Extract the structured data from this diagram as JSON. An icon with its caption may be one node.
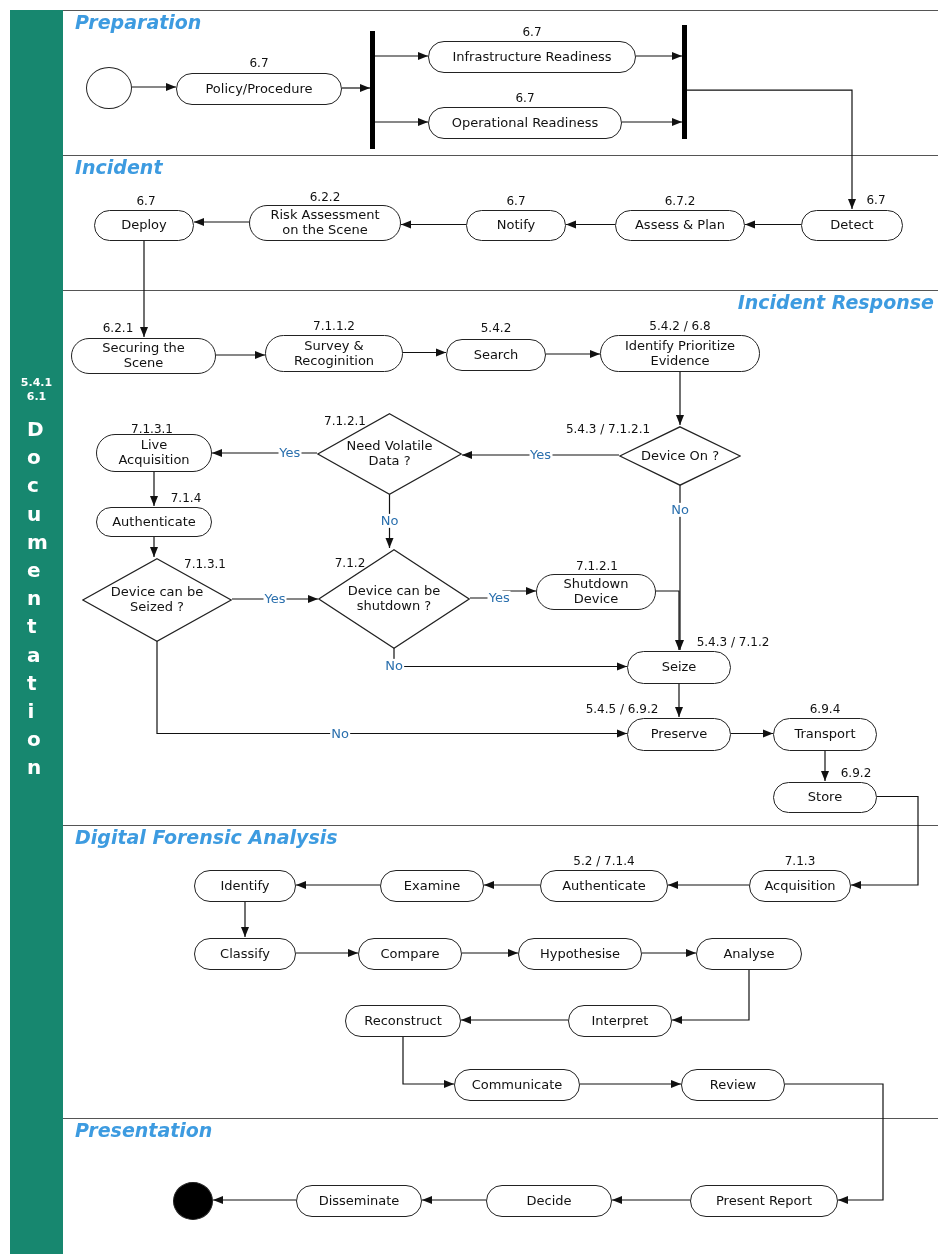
{
  "diagram": {
    "nodes": [
      {
        "text": [
          "5.4.1 6.1",
          "Documentation"
        ]
      },
      {
        "text": [
          "Preparation"
        ]
      },
      {
        "text": [],
        "shape": "circle",
        "in": 1
      },
      {
        "text": [
          "Policy/Procedure"
        ],
        "beside": [
          "6.7"
        ],
        "in": 1
      },
      {
        "text": [],
        "shape": "bar",
        "in": 1
      },
      {
        "text": [
          "Infrastructure Readiness"
        ],
        "beside": [
          "6.7"
        ],
        "in": 1
      },
      {
        "text": [
          "Operational Readiness"
        ],
        "beside": [
          "6.7"
        ],
        "in": 1
      },
      {
        "text": [],
        "shape": "bar",
        "in": 1
      },
      {
        "text": [
          "Incident"
        ]
      },
      {
        "text": [
          "Detect"
        ],
        "beside": [
          "6.7"
        ],
        "in": 8
      },
      {
        "text": [
          "Assess & Plan"
        ],
        "beside": [
          "6.7.2"
        ],
        "in": 8
      },
      {
        "text": [
          "Notify"
        ],
        "beside": [
          "6.7"
        ],
        "in": 8
      },
      {
        "text": [
          "Risk Assessment on the Scene"
        ],
        "beside": [
          "6.2.2"
        ],
        "in": 8
      },
      {
        "text": [
          "Deploy"
        ],
        "beside": [
          "6.7"
        ],
        "in": 8
      },
      {
        "text": [
          "Incident Response"
        ]
      },
      {
        "text": [
          "Securing the Scene"
        ],
        "beside": [
          "6.2.1"
        ],
        "in": 14
      },
      {
        "text": [
          "Survey & Recoginition"
        ],
        "beside": [
          "7.1.1.2"
        ],
        "in": 14
      },
      {
        "text": [
          "Search"
        ],
        "beside": [
          "5.4.2"
        ],
        "in": 14
      },
      {
        "text": [
          "Identify Prioritize Evidence"
        ],
        "beside": [
          "5.4.2 / 6.8"
        ],
        "in": 14
      },
      {
        "text": [
          "Device On ?"
        ],
        "beside": [
          "5.4.3 / 7.1.2.1"
        ],
        "in": 14
      },
      {
        "text": [
          "Need Volatile Data ?"
        ],
        "beside": [
          "7.1.2.1"
        ],
        "in": 14
      },
      {
        "text": [
          "Live Acquisition"
        ],
        "beside": [
          "7.1.3.1"
        ],
        "in": 14
      },
      {
        "text": [
          "Authenticate"
        ],
        "beside": [
          "7.1.4"
        ],
        "in": 14
      },
      {
        "text": [
          "Device can be Seized ?"
        ],
        "beside": [
          "7.1.3.1"
        ],
        "in": 14
      },
      {
        "text": [
          "Device can be shutdown ?"
        ],
        "beside": [
          "7.1.2"
        ],
        "in": 14
      },
      {
        "text": [
          "Shutdown Device"
        ],
        "beside": [
          "7.1.2.1"
        ],
        "in": 14
      },
      {
        "text": [
          "Seize"
        ],
        "beside": [
          "5.4.3 / 7.1.2"
        ],
        "in": 14
      },
      {
        "text": [
          "Preserve"
        ],
        "beside": [
          "5.4.5 / 6.9.2"
        ],
        "in": 14
      },
      {
        "text": [
          "Transport"
        ],
        "beside": [
          "6.9.4"
        ],
        "in": 14
      },
      {
        "text": [
          "Store"
        ],
        "beside": [
          "6.9.2"
        ],
        "in": 14
      },
      {
        "text": [
          "Digital Forensic Analysis"
        ]
      },
      {
        "text": [
          "Acquisition"
        ],
        "beside": [
          "7.1.3"
        ],
        "in": 30
      },
      {
        "text": [
          "Authenticate"
        ],
        "beside": [
          "5.2 / 7.1.4"
        ],
        "in": 30
      },
      {
        "text": [
          "Examine"
        ],
        "in": 30
      },
      {
        "text": [
          "Identify"
        ],
        "in": 30
      },
      {
        "text": [
          "Classify"
        ],
        "in": 30
      },
      {
        "text": [
          "Compare"
        ],
        "in": 30
      },
      {
        "text": [
          "Hypothesise"
        ],
        "in": 30
      },
      {
        "text": [
          "Analyse"
        ],
        "in": 30
      },
      {
        "text": [
          "Interpret"
        ],
        "in": 30
      },
      {
        "text": [
          "Reconstruct"
        ],
        "in": 30
      },
      {
        "text": [
          "Communicate"
        ],
        "in": 30
      },
      {
        "text": [
          "Review"
        ],
        "in": 30
      },
      {
        "text": [
          "Presentation"
        ]
      },
      {
        "text": [
          "Present Report"
        ],
        "in": 43
      },
      {
        "text": [
          "Decide"
        ],
        "in": 43
      },
      {
        "text": [
          "Disseminate"
        ],
        "in": 43
      },
      {
        "text": [],
        "shape": "circle",
        "in": 43
      }
    ],
    "edges": [
      {
        "from": 2,
        "to": 3,
        "arrow": "to"
      },
      {
        "from": 3,
        "to": 4,
        "arrow": "to"
      },
      {
        "from": 4,
        "to": 5,
        "arrow": "to"
      },
      {
        "from": 4,
        "to": 6,
        "arrow": "to"
      },
      {
        "from": 5,
        "to": 7,
        "arrow": "to"
      },
      {
        "from": 6,
        "to": 7,
        "arrow": "to"
      },
      {
        "from": 7,
        "to": 9,
        "arrow": "to"
      },
      {
        "from": 9,
        "to": 10,
        "arrow": "to"
      },
      {
        "from": 10,
        "to": 11,
        "arrow": "to"
      },
      {
        "from": 11,
        "to": 12,
        "arrow": "to"
      },
      {
        "from": 12,
        "to": 13,
        "arrow": "to"
      },
      {
        "from": 13,
        "to": 15,
        "arrow": "to"
      },
      {
        "from": 15,
        "to": 16,
        "arrow": "to"
      },
      {
        "from": 16,
        "to": 17,
        "arrow": "to"
      },
      {
        "from": 17,
        "to": 18,
        "arrow": "to"
      },
      {
        "from": 18,
        "to": 19,
        "arrow": "to"
      },
      {
        "from": 19,
        "to": 20,
        "label": "Yes",
        "arrow": "to"
      },
      {
        "from": 19,
        "to": 26,
        "label": "No",
        "arrow": "to"
      },
      {
        "from": 20,
        "to": 21,
        "label": "Yes",
        "arrow": "to"
      },
      {
        "from": 20,
        "to": 24,
        "label": "No",
        "arrow": "to"
      },
      {
        "from": 21,
        "to": 22,
        "arrow": "to"
      },
      {
        "from": 22,
        "to": 23,
        "arrow": "to"
      },
      {
        "from": 23,
        "to": 24,
        "label": "Yes",
        "arrow": "to"
      },
      {
        "from": 23,
        "to": 27,
        "label": "No",
        "arrow": "to"
      },
      {
        "from": 24,
        "to": 25,
        "label": "Yes",
        "arrow": "to"
      },
      {
        "from": 24,
        "to": 26,
        "label": "No",
        "arrow": "to"
      },
      {
        "from": 25,
        "to": 26,
        "arrow": "to"
      },
      {
        "from": 26,
        "to": 27,
        "arrow": "to"
      },
      {
        "from": 27,
        "to": 28,
        "arrow": "to"
      },
      {
        "from": 28,
        "to": 29,
        "arrow": "to"
      },
      {
        "from": 29,
        "to": 31,
        "arrow": "to"
      },
      {
        "from": 31,
        "to": 32,
        "arrow": "to"
      },
      {
        "from": 32,
        "to": 33,
        "arrow": "to"
      },
      {
        "from": 33,
        "to": 34,
        "arrow": "to"
      },
      {
        "from": 34,
        "to": 35,
        "arrow": "to"
      },
      {
        "from": 35,
        "to": 36,
        "arrow": "to"
      },
      {
        "from": 36,
        "to": 37,
        "arrow": "to"
      },
      {
        "from": 37,
        "to": 38,
        "arrow": "to"
      },
      {
        "from": 38,
        "to": 39,
        "arrow": "to"
      },
      {
        "from": 39,
        "to": 40,
        "arrow": "to"
      },
      {
        "from": 40,
        "to": 41,
        "arrow": "to"
      },
      {
        "from": 41,
        "to": 42,
        "arrow": "to"
      },
      {
        "from": 42,
        "to": 44,
        "arrow": "to"
      },
      {
        "from": 44,
        "to": 45,
        "arrow": "to"
      },
      {
        "from": 45,
        "to": 46,
        "arrow": "to"
      },
      {
        "from": 46,
        "to": 47,
        "arrow": "to"
      }
    ]
  }
}
